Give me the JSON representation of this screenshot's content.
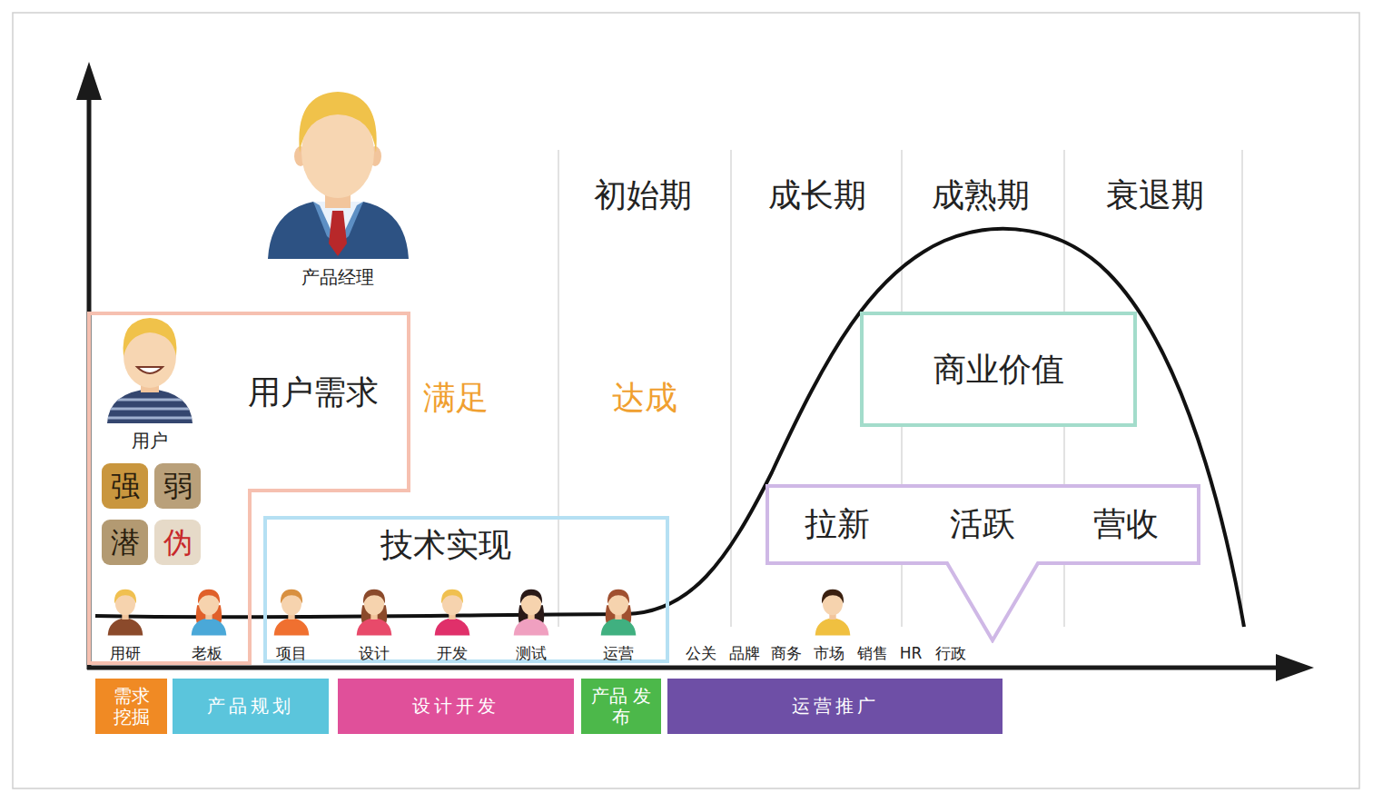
{
  "diagram": {
    "nodes": [
      {
        "text": [
          "用户需求"
        ]
      },
      {
        "text": [
          "强"
        ],
        "in": 0
      },
      {
        "text": [
          "弱"
        ],
        "in": 0
      },
      {
        "text": [
          "潜"
        ],
        "in": 0
      },
      {
        "text": [
          "伪"
        ],
        "in": 0
      },
      {
        "text": [
          "技术实现"
        ]
      },
      {
        "text": [
          "商业价值"
        ]
      },
      {
        "text": [
          "拉新",
          "活跃",
          "营收"
        ]
      },
      {
        "text": [
          "需求 挖掘"
        ]
      },
      {
        "text": [
          "产品规划"
        ]
      },
      {
        "text": [
          "设计开发"
        ]
      },
      {
        "text": [
          "产品 发布"
        ]
      },
      {
        "text": [
          "运营推广"
        ]
      }
    ],
    "labels": [
      "产品经理",
      "初始期",
      "成长期",
      "成熟期",
      "衰退期",
      "用户",
      "满足",
      "达成",
      "用研",
      "老板",
      "项目",
      "设计",
      "开发",
      "测试",
      "运营",
      "公关",
      "品牌",
      "商务",
      "市场",
      "销售",
      "HR",
      "行政"
    ]
  }
}
